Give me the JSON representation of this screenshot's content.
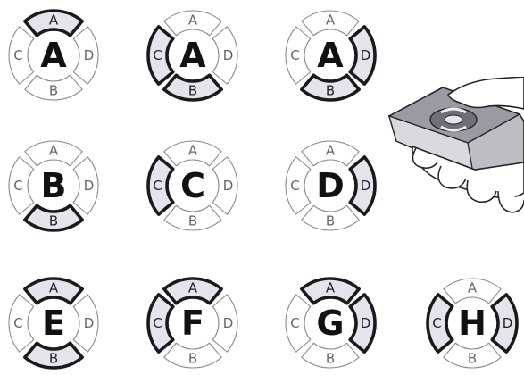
{
  "segment_labels": {
    "top": "A",
    "bottom": "B",
    "left": "C",
    "right": "D"
  },
  "colors": {
    "active_fill": "#e4e4ec",
    "inactive_fill": "#ffffff",
    "active_stroke": "#1a1a1a",
    "inactive_stroke": "#8a8a8a",
    "center_letter": "#111111"
  },
  "combinations": [
    {
      "letter": "A",
      "active": [
        "top"
      ]
    },
    {
      "letter": "A",
      "active": [
        "left",
        "bottom"
      ]
    },
    {
      "letter": "A",
      "active": [
        "right",
        "bottom"
      ]
    },
    {
      "letter": "B",
      "active": [
        "bottom"
      ]
    },
    {
      "letter": "C",
      "active": [
        "left"
      ]
    },
    {
      "letter": "D",
      "active": [
        "right"
      ]
    },
    {
      "letter": "E",
      "active": [
        "top",
        "bottom"
      ]
    },
    {
      "letter": "F",
      "active": [
        "top",
        "left"
      ]
    },
    {
      "letter": "G",
      "active": [
        "top",
        "right"
      ]
    },
    {
      "letter": "H",
      "active": [
        "left",
        "right"
      ]
    }
  ],
  "illustration": {
    "subject": "hand-holding-remote-control"
  }
}
